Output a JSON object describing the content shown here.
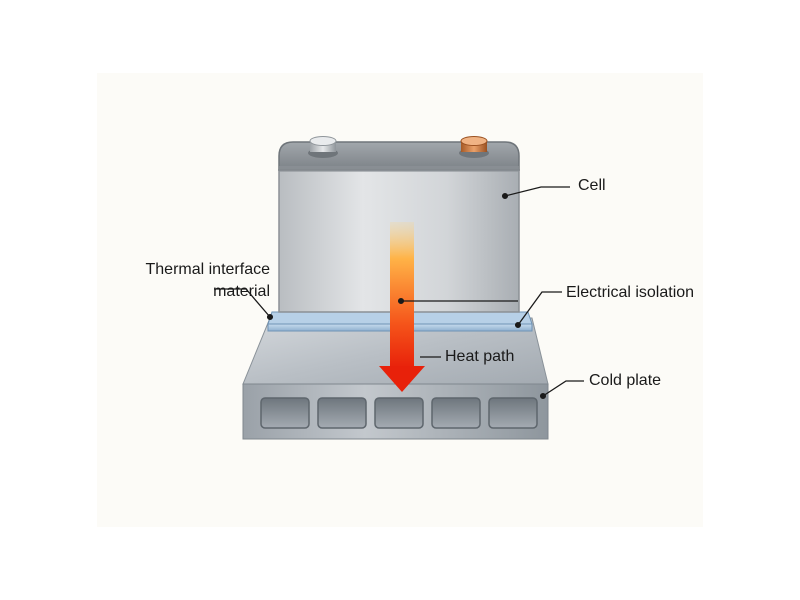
{
  "labels": {
    "cell": "Cell",
    "thermal_interface_material": "Thermal interface material",
    "electrical_isolation": "Electrical isolation",
    "heat_path": "Heat path",
    "cold_plate": "Cold plate"
  },
  "colors": {
    "cell_body": "#c9cccf",
    "isolation_layer": "#a9c4de",
    "cold_plate": "#9aa3ab",
    "heat_arrow_top": "#ffb347",
    "heat_arrow_bottom": "#e8210a",
    "negative_terminal": "#c0c4c8",
    "positive_terminal": "#c9763a"
  }
}
